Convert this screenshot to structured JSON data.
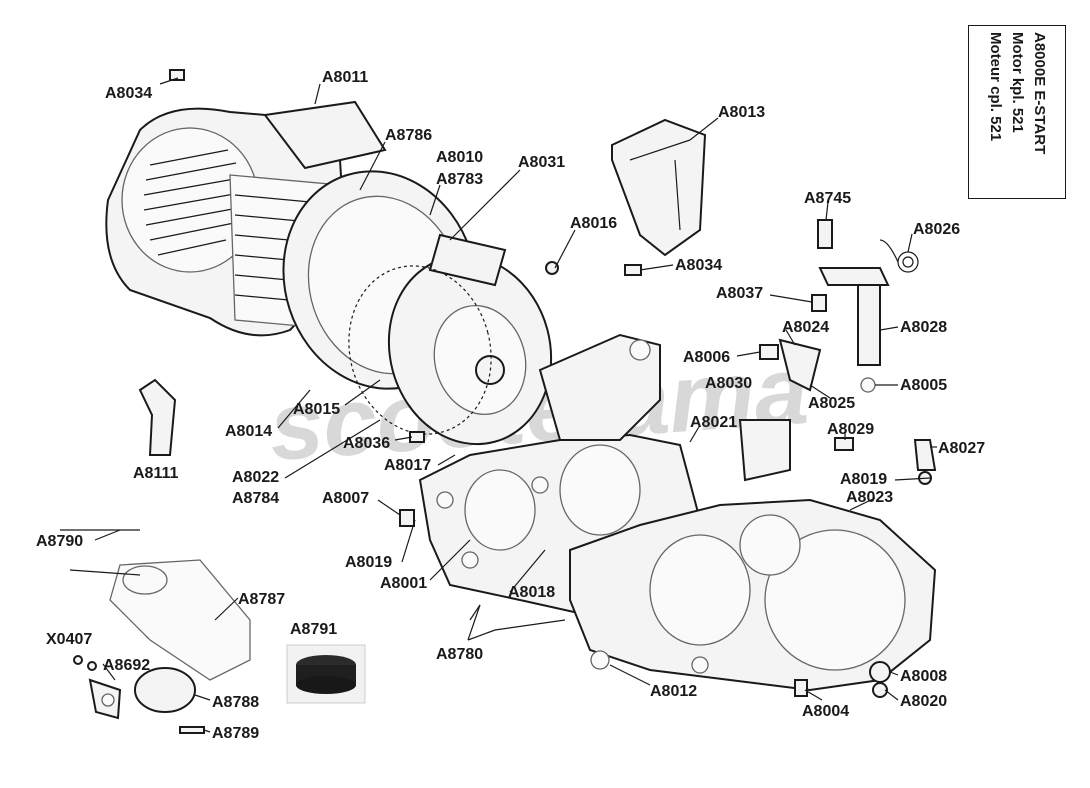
{
  "watermark": "scooterama",
  "title_box": {
    "line1": "A8000E E-START",
    "line2": "Motor kpl.  521",
    "line3": "Moteur cpl.  521"
  },
  "labels": {
    "A8034_top": "A8034",
    "A8011": "A8011",
    "A8786": "A8786",
    "A8010": "A8010",
    "A8783": "A8783",
    "A8031": "A8031",
    "A8013": "A8013",
    "A8016": "A8016",
    "A8034_mid": "A8034",
    "A8745": "A8745",
    "A8026": "A8026",
    "A8037": "A8037",
    "A8024": "A8024",
    "A8028": "A8028",
    "A8006": "A8006",
    "A8030": "A8030",
    "A8005": "A8005",
    "A8025": "A8025",
    "A8021": "A8021",
    "A8029": "A8029",
    "A8027": "A8027",
    "A8019_right": "A8019",
    "A8023": "A8023",
    "A8015": "A8015",
    "A8014": "A8014",
    "A8036": "A8036",
    "A8111": "A8111",
    "A8017": "A8017",
    "A8022": "A8022",
    "A8784": "A8784",
    "A8007": "A8007",
    "A8019_left": "A8019",
    "A8001": "A8001",
    "A8018": "A8018",
    "A8790": "A8790",
    "A8787": "A8787",
    "A8791": "A8791",
    "X0407": "X0407",
    "A8692": "A8692",
    "A8788": "A8788",
    "A8789": "A8789",
    "A8780": "A8780",
    "A8012": "A8012",
    "A8008": "A8008",
    "A8004": "A8004",
    "A8020": "A8020"
  }
}
